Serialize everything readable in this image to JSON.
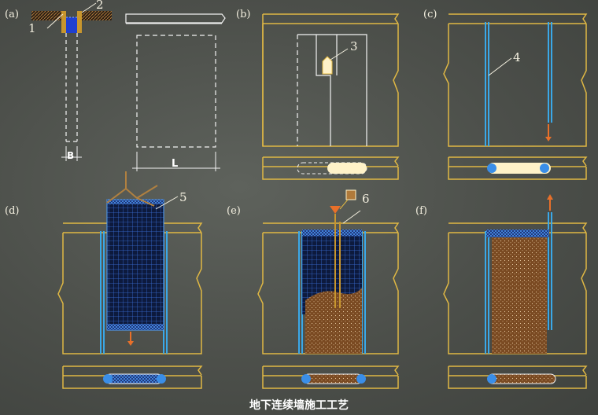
{
  "figure": {
    "caption": "地下连续墙施工工艺",
    "panels": {
      "a": "(a)",
      "b": "(b)",
      "c": "(c)",
      "d": "(d)",
      "e": "(e)",
      "f": "(f)"
    },
    "callouts": {
      "n1": "1",
      "n2": "2",
      "n3": "3",
      "n4": "4",
      "n5": "5",
      "n6": "6"
    },
    "dimensions": {
      "width": "B",
      "length": "L"
    }
  },
  "colors": {
    "outline": "#e0b844",
    "dashed": "#f2f2f2",
    "slurry": "#1f4db8",
    "pipe": "#3aa8e8",
    "concrete": "#7a4a22",
    "arrow": "#e8702a",
    "cage": "#1a2a55",
    "beige": "#fff2c8"
  }
}
